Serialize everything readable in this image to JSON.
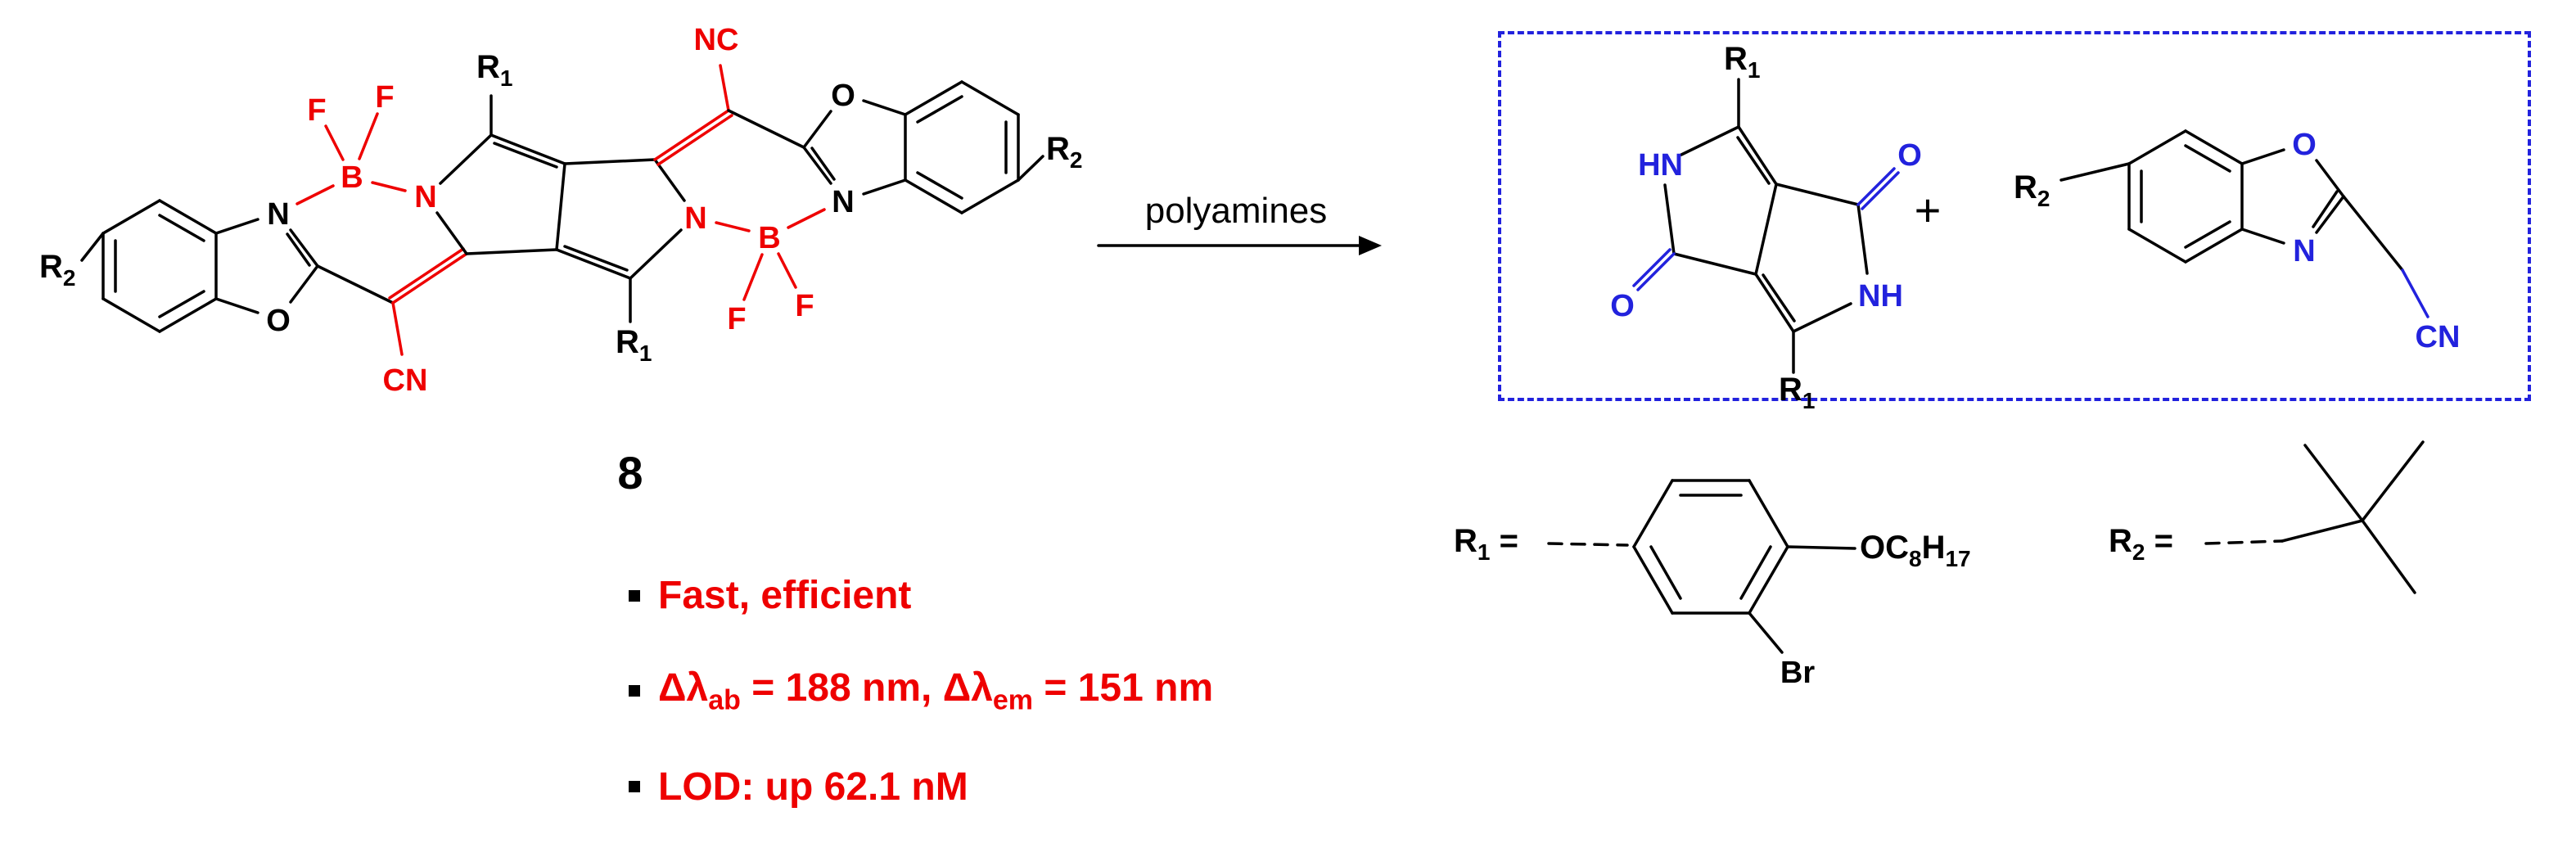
{
  "scheme": {
    "compound_label": "8",
    "arrow_label": "polyamines",
    "plus": "+"
  },
  "atoms": {
    "F": "F",
    "B": "B",
    "N": "N",
    "O": "O",
    "CN": "CN",
    "NC": "NC",
    "HN": "HN",
    "NH": "NH",
    "Br": "Br"
  },
  "labels": {
    "R": "R",
    "sub1": "1",
    "sub2": "2",
    "eq": " =",
    "OC": "OC",
    "sub8": "8",
    "H": "H",
    "sub17": "17"
  },
  "bullets": {
    "item1": "Fast, efficient",
    "item2_p1": "Δλ",
    "item2_s1": "ab",
    "item2_p2": " = 188 nm, ",
    "item2_p3": "Δλ",
    "item2_s2": "em",
    "item2_p4": " = 151 nm",
    "item3": "LOD: up 62.1 nM"
  },
  "colors": {
    "accent_red": "#ee0000",
    "accent_blue": "#2222dd",
    "bond_black": "#000000",
    "background": "#ffffff"
  }
}
